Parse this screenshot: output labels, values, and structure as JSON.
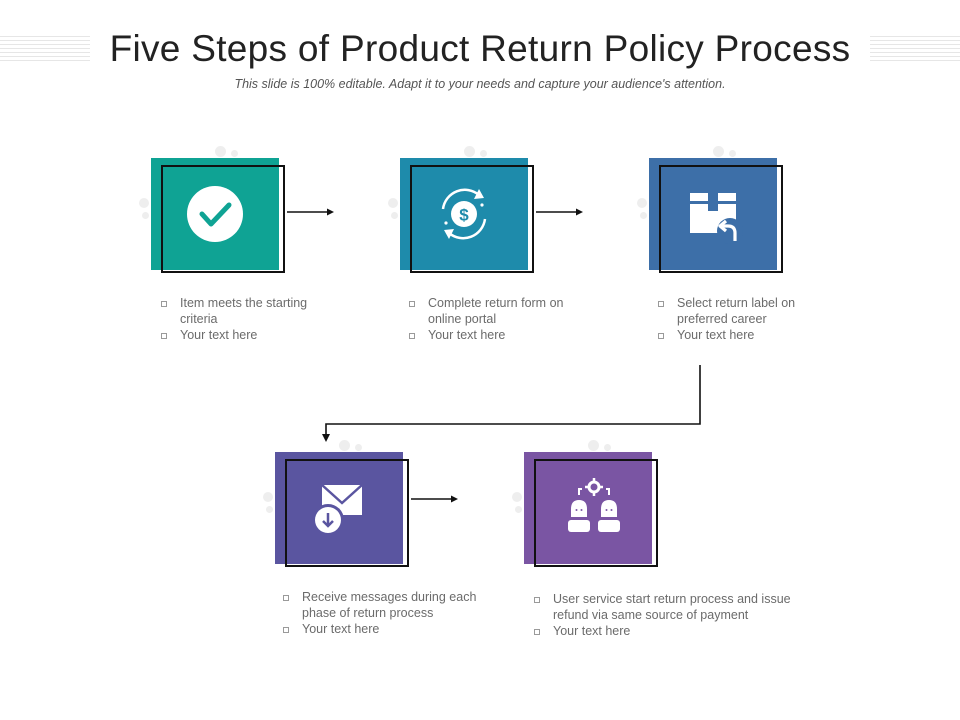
{
  "title": "Five Steps of Product Return Policy Process",
  "subtitle": "This slide is 100% editable. Adapt it to your needs and capture your audience's attention.",
  "colors": {
    "step1": "#0fa394",
    "step2": "#1e8bab",
    "step3": "#3d6fa8",
    "step4": "#5a55a0",
    "step5": "#7a55a3",
    "outline": "#111111",
    "text": "#6b6b6b"
  },
  "steps": [
    {
      "icon": "checkmark-circle-icon",
      "lines": [
        "Item meets the starting criteria",
        "Your text here"
      ]
    },
    {
      "icon": "dollar-refresh-icon",
      "lines": [
        "Complete return form on online portal",
        "Your text here"
      ]
    },
    {
      "icon": "box-return-icon",
      "lines": [
        "Select return label on preferred career",
        "Your text here"
      ]
    },
    {
      "icon": "mail-download-icon",
      "lines": [
        "Receive messages during each phase of return process",
        "Your text here"
      ]
    },
    {
      "icon": "users-gear-icon",
      "lines": [
        "User service start return process and issue refund via same source of payment",
        "Your text here"
      ]
    }
  ]
}
